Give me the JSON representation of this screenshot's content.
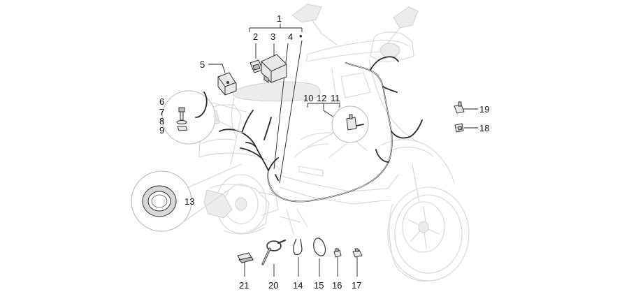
{
  "callouts": {
    "c1": "1",
    "c2": "2",
    "c3": "3",
    "c4": "4",
    "c4_mark": "•",
    "c5": "5",
    "c6": "6",
    "c7": "7",
    "c8": "8",
    "c9": "9",
    "c10": "10",
    "c11": "11",
    "c12": "12",
    "c13": "13",
    "c14": "14",
    "c15": "15",
    "c16": "16",
    "c17": "17",
    "c18": "18",
    "c19": "19",
    "c20": "20",
    "c21": "21"
  },
  "colors": {
    "line_art": "#d6d6d6",
    "wiring": "#2a2a2a",
    "text": "#111111"
  }
}
